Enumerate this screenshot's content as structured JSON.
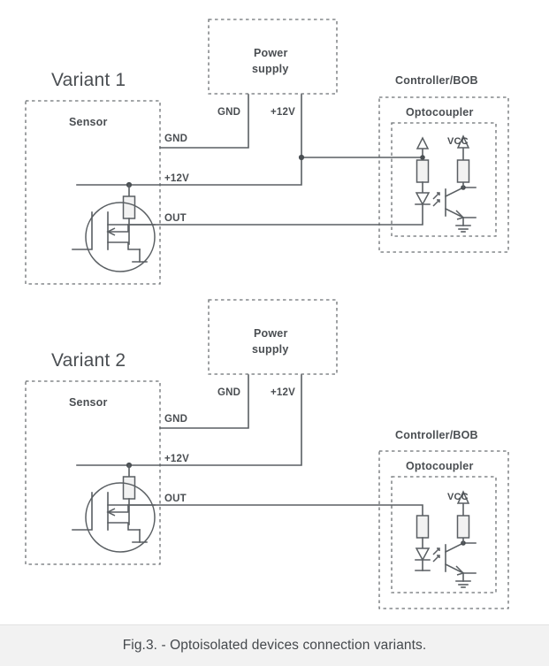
{
  "figure": {
    "caption": "Fig.3. - Optoisolated devices connection variants.",
    "background_color": "#ffffff",
    "line_color": "#5a5f63",
    "caption_bar_color": "#f2f2f2"
  },
  "variants": [
    {
      "title": "Variant 1",
      "sensor_label": "Sensor",
      "power_supply_label_line1": "Power",
      "power_supply_label_line2": "supply",
      "controller_label": "Controller/BOB",
      "optocoupler_label": "Optocoupler",
      "pins": {
        "ps_gnd": "GND",
        "ps_12v": "+12V",
        "sensor_gnd": "GND",
        "sensor_12v": "+12V",
        "sensor_out": "OUT"
      },
      "vcc_label": "VCC",
      "note": "LED anode fed from +12V through resistor; LED cathode to sensor OUT"
    },
    {
      "title": "Variant 2",
      "sensor_label": "Sensor",
      "power_supply_label_line1": "Power",
      "power_supply_label_line2": "supply",
      "controller_label": "Controller/BOB",
      "optocoupler_label": "Optocoupler",
      "pins": {
        "ps_gnd": "GND",
        "ps_12v": "+12V",
        "sensor_gnd": "GND",
        "sensor_12v": "+12V",
        "sensor_out": "OUT"
      },
      "vcc_label": "VCC",
      "note": "Sensor OUT drives LED anode through resistor; LED cathode to ground"
    }
  ]
}
